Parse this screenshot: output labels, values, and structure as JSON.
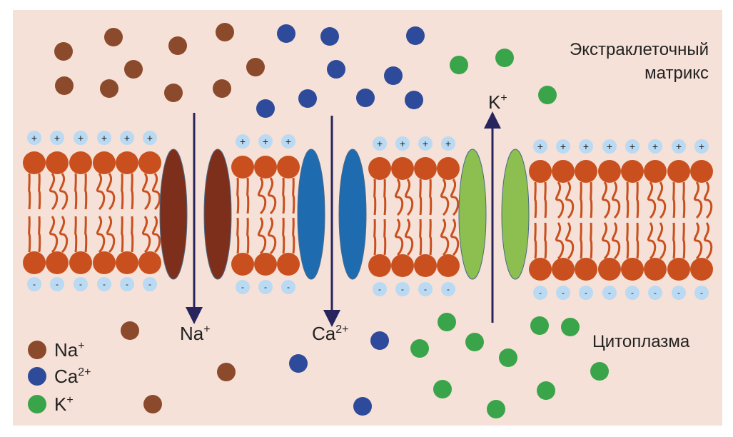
{
  "labels": {
    "extracellular_line1": "Экстраклеточный",
    "extracellular_line2": "матрикс",
    "cytoplasm": "Цитоплазма",
    "k_arrow": {
      "base": "K",
      "sup": "+"
    },
    "na_arrow": {
      "base": "Na",
      "sup": "+"
    },
    "ca_arrow": {
      "base": "Ca",
      "sup": "2+"
    }
  },
  "legend": [
    {
      "base": "Na",
      "sup": "+",
      "color": "#8b4a2b"
    },
    {
      "base": "Ca",
      "sup": "2+",
      "color": "#2e4a9a"
    },
    {
      "base": "K",
      "sup": "+",
      "color": "#3aa44a"
    }
  ],
  "colors": {
    "background": "#f5e1d7",
    "lipid": "#c9501e",
    "na_channel": "#7e2f1b",
    "ca_channel": "#1e6bb0",
    "k_channel": "#8cbf4f",
    "ion_charge": "#b9daf2",
    "arrow": "#27245e"
  }
}
